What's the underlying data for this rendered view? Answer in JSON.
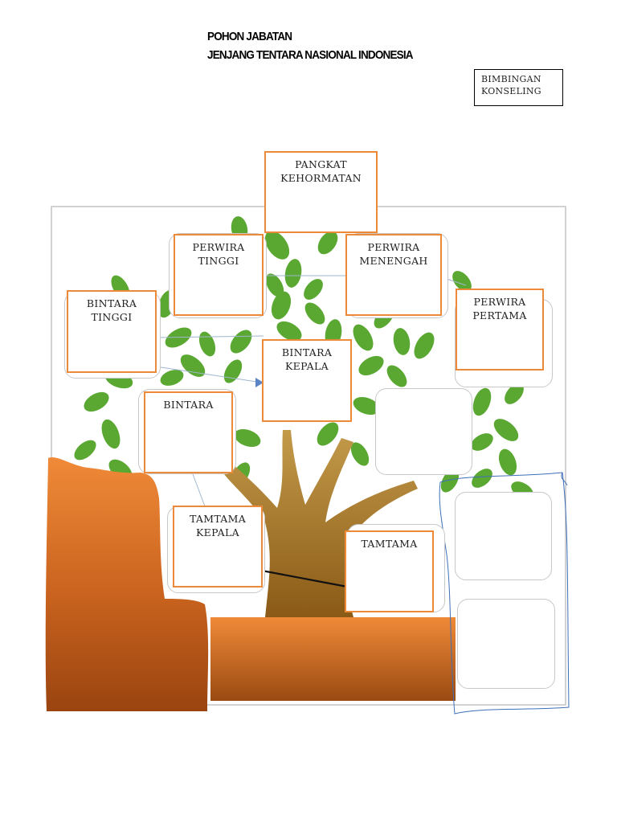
{
  "header": {
    "title_line1": "POHON JABATAN",
    "title_line2": "JENJANG TENTARA NASIONAL INDONESIA",
    "badge_line1": "BIMBINGAN",
    "badge_line2": "KONSELING"
  },
  "nodes": {
    "pangkat_kehormatan": [
      "PANGKAT",
      "KEHORMATAN"
    ],
    "perwira_tinggi": [
      "PERWIRA",
      "TINGGI"
    ],
    "perwira_menengah": [
      "PERWIRA",
      "MENENGAH"
    ],
    "perwira_pertama": [
      "PERWIRA",
      "PERTAMA"
    ],
    "bintara_tinggi": [
      "BINTARA",
      "TINGGI"
    ],
    "bintara_kepala": [
      "BINTARA",
      "KEPALA"
    ],
    "bintara": [
      "BINTARA"
    ],
    "tamtama_kepala": [
      "TAMTAMA",
      "KEPALA"
    ],
    "tamtama": [
      "TAMTAMA"
    ]
  },
  "colors": {
    "box_border": "#ed8a3a",
    "leaf": "#5aa832",
    "trunk": "#a0742a",
    "orange_block": "#e4782c",
    "scribble": "#3f6fb8"
  }
}
